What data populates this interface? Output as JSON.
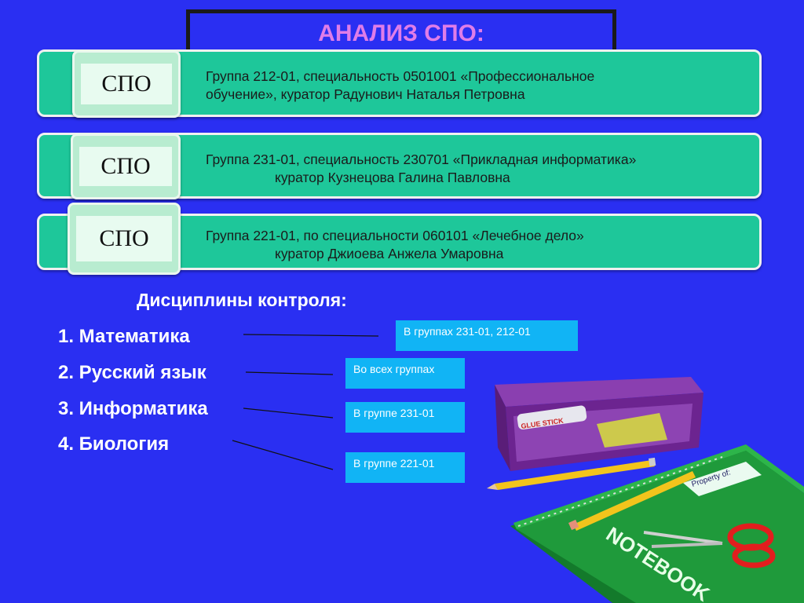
{
  "title": "АНАЛИЗ СПО:",
  "groups": [
    {
      "badge": "СПО",
      "line1": "Группа 212-01, специальность 0501001 «Профессиональное",
      "line2": "обучение», куратор Радунович Наталья Петровна"
    },
    {
      "badge": "СПО",
      "line1": "Группа 231-01, специальность 230701 «Прикладная информатика»",
      "line2": "куратор Кузнецова Галина Павловна"
    },
    {
      "badge": "СПО",
      "line1": "Группа 221-01, по специальности 060101 «Лечебное дело»",
      "line2": "куратор Джиоева Анжела Умаровна"
    }
  ],
  "disciplines_title": "Дисциплины контроля:",
  "disciplines": [
    {
      "label": "1. Математика",
      "callout": "В группах 231-01, 212-01"
    },
    {
      "label": "2. Русский язык",
      "callout": "Во всех группах"
    },
    {
      "label": "3. Информатика",
      "callout": "В группе 231-01"
    },
    {
      "label": "4. Биология",
      "callout": "В группе 221-01"
    }
  ],
  "illustration": {
    "glue_label": "GLUE STICK",
    "notebook_label": "NOTEBOOK",
    "property_label": "Property of:"
  },
  "colors": {
    "background": "#2a2ff2",
    "row": "#1ec79a",
    "title": "#e07de8",
    "callout": "#11b4f5"
  }
}
